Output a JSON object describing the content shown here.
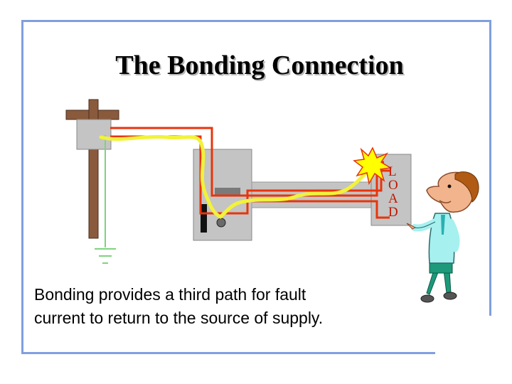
{
  "title": "The Bonding Connection",
  "load_letters": [
    "L",
    "O",
    "A",
    "D"
  ],
  "caption": {
    "line1": "Bonding provides a third path for fault",
    "line2": "current to return to the source of supply."
  },
  "colors": {
    "frame": "#7f9fdf",
    "hot_wire": "#e8340c",
    "fault_path": "#f2f23a",
    "ground_wire": "#7fd27f",
    "box": "#c4c4c4",
    "pole": "#8a5a3c"
  }
}
